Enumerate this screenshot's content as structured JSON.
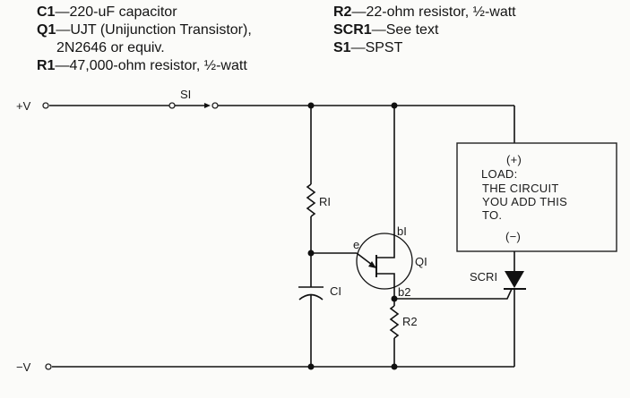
{
  "parts_list": {
    "left": [
      {
        "ref": "C1",
        "desc": "220-uF capacitor"
      },
      {
        "ref": "Q1",
        "desc": "UJT (Unijunction Transistor),"
      },
      {
        "ref": "",
        "desc": "2N2646 or equiv."
      },
      {
        "ref": "R1",
        "desc": "47,000-ohm  resistor, ½-watt"
      }
    ],
    "right": [
      {
        "ref": "R2",
        "desc": "22-ohm  resistor, ½-watt"
      },
      {
        "ref": "SCR1",
        "desc": "See text"
      },
      {
        "ref": "S1",
        "desc": "SPST"
      }
    ],
    "separator": "—"
  },
  "schematic": {
    "terminals": {
      "positive": "+V",
      "negative": "−V"
    },
    "switch_label": "SI",
    "r1_label": "RI",
    "c1_label": "CI",
    "q1_label": "QI",
    "q1_pins": {
      "emitter": "e",
      "base1": "bI",
      "base2": "b2"
    },
    "r2_label": "R2",
    "scr_label": "SCRI",
    "load_box": {
      "plus": "(+)",
      "title": "LOAD:",
      "line1": "THE CIRCUIT",
      "line2": "YOU ADD THIS",
      "line3": "TO.",
      "minus": "(−)"
    }
  }
}
